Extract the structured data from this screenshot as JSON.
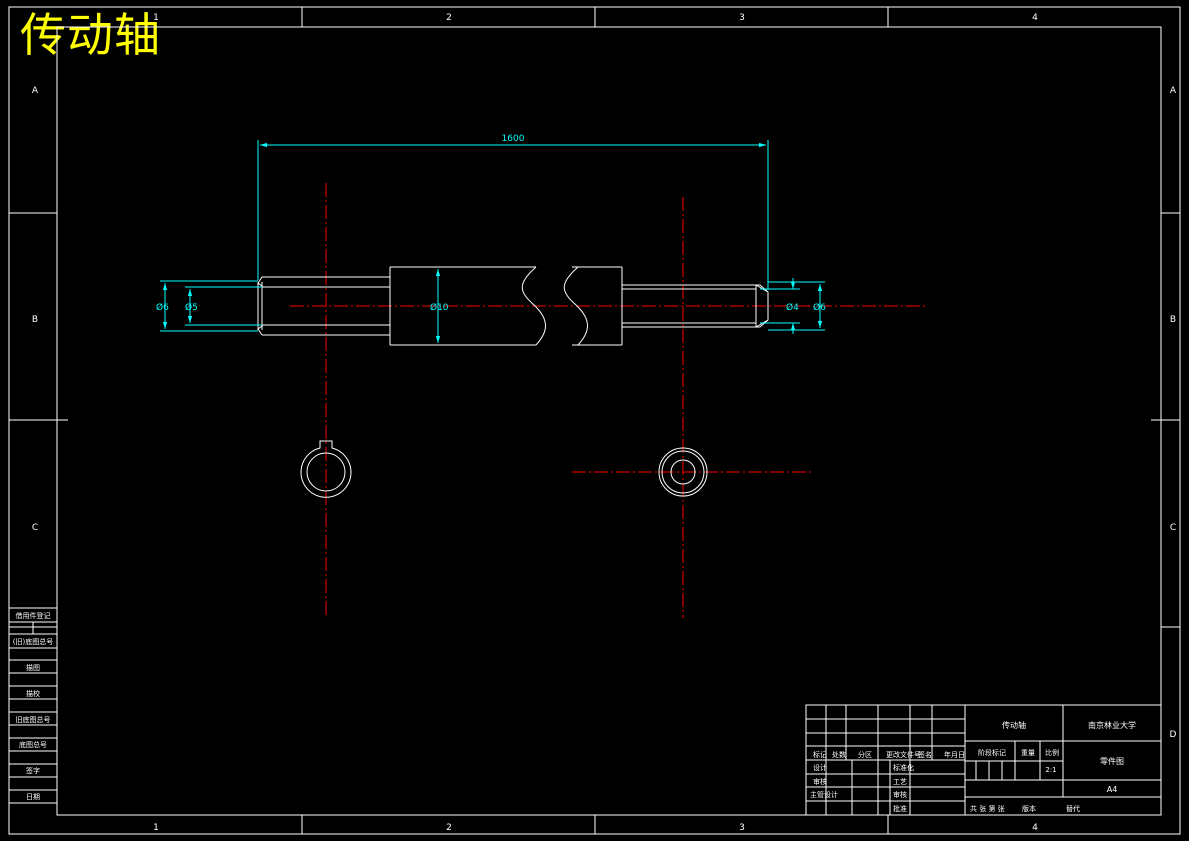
{
  "drawing_title": "传动轴",
  "zone_columns": [
    "1",
    "2",
    "3",
    "4"
  ],
  "zone_rows": [
    "A",
    "B",
    "C",
    "D"
  ],
  "dimensions": {
    "overall_length": "1600",
    "left_outer_dia": "Ø6",
    "left_inner_dia": "Ø5",
    "body_dia": "Ø10",
    "right_inner_dia": "Ø4",
    "right_outer_dia": "Ø6"
  },
  "left_revision_column": [
    "借用件登记",
    "(旧)底图总号",
    "描图",
    "描校",
    "旧底图总号",
    "底图总号",
    "签字",
    "日期"
  ],
  "title_block": {
    "part_name": "传动轴",
    "organization": "南京林业大学",
    "drawing_type": "零件图",
    "paper_size": "A4",
    "scale_value": "2:1",
    "labels": {
      "mark": "标记",
      "count": "处数",
      "zone": "分区",
      "doc_no": "更改文件号",
      "signature": "签名",
      "date": "年月日",
      "design": "设计",
      "check": "审核",
      "process_designer": "主管设计",
      "standardize": "标准化",
      "craft": "工艺",
      "review": "审核",
      "approve": "批准",
      "stage_mark": "阶段标记",
      "weight": "重量",
      "scale": "比例",
      "total": "共 张 第 张",
      "version": "版本",
      "replace": "替代"
    }
  },
  "colors": {
    "outline": "#ffffff",
    "dimension": "#00ffff",
    "centerline": "#ff0000",
    "title": "#ffff00"
  }
}
